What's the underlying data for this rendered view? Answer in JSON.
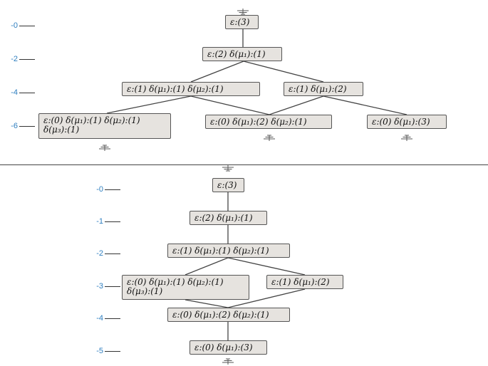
{
  "diagrams": [
    {
      "ticks": [
        "-0",
        "-2",
        "-4",
        "-6"
      ],
      "nodes": [
        {
          "id": "a0",
          "lines": [
            "ε:(3)"
          ]
        },
        {
          "id": "a1",
          "lines": [
            "ε:(2)   δ(μ₁):(1)"
          ]
        },
        {
          "id": "a2",
          "lines": [
            "ε:(1)   δ(μ₁):(1)   δ(μ₂):(1)"
          ]
        },
        {
          "id": "a3",
          "lines": [
            "ε:(1)   δ(μ₁):(2)"
          ]
        },
        {
          "id": "a4",
          "lines": [
            "ε:(0)   δ(μ₁):(1)   δ(μ₂):(1)",
            "δ(μ₃):(1)"
          ]
        },
        {
          "id": "a5",
          "lines": [
            "ε:(0)   δ(μ₁):(2)   δ(μ₂):(1)"
          ]
        },
        {
          "id": "a6",
          "lines": [
            "ε:(0)   δ(μ₁):(3)"
          ]
        }
      ]
    },
    {
      "ticks": [
        "-0",
        "-1",
        "-2",
        "-3",
        "-4",
        "-5"
      ],
      "nodes": [
        {
          "id": "b0",
          "lines": [
            "ε:(3)"
          ]
        },
        {
          "id": "b1",
          "lines": [
            "ε:(2)   δ(μ₁):(1)"
          ]
        },
        {
          "id": "b2",
          "lines": [
            "ε:(1)   δ(μ₁):(1)   δ(μ₂):(1)"
          ]
        },
        {
          "id": "b3",
          "lines": [
            "ε:(0)   δ(μ₁):(1)   δ(μ₂):(1)",
            "δ(μ₃):(1)"
          ]
        },
        {
          "id": "b4",
          "lines": [
            "ε:(1)   δ(μ₁):(2)"
          ]
        },
        {
          "id": "b5",
          "lines": [
            "ε:(0)   δ(μ₁):(2)   δ(μ₂):(1)"
          ]
        },
        {
          "id": "b6",
          "lines": [
            "ε:(0)   δ(μ₁):(3)"
          ]
        }
      ]
    }
  ]
}
